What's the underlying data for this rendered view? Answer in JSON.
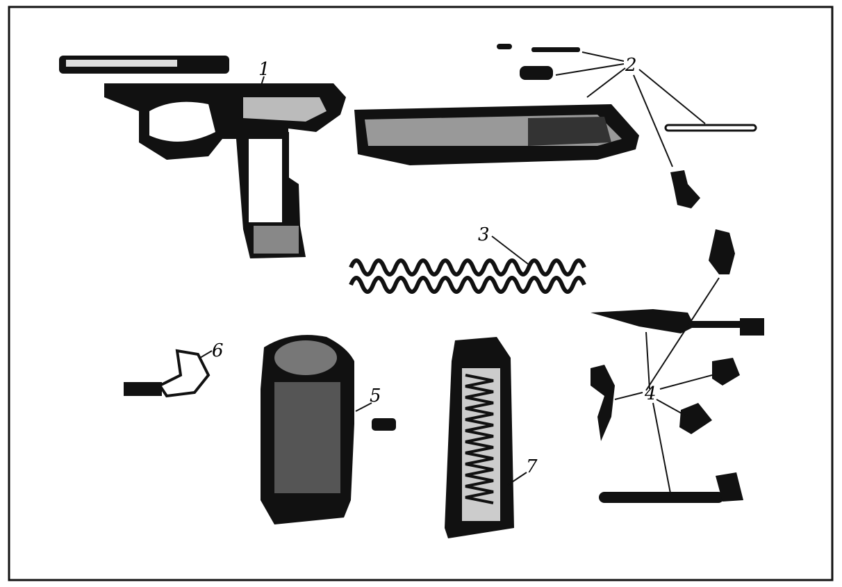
{
  "diagram": {
    "labels": {
      "frame": "1",
      "slide_parts": "2",
      "recoil_spring": "3",
      "trigger_mechanism": "4",
      "grip": "5",
      "slide_stop": "6",
      "magazine": "7"
    },
    "colors": {
      "ink": "#111111",
      "paper": "#ffffff"
    }
  }
}
